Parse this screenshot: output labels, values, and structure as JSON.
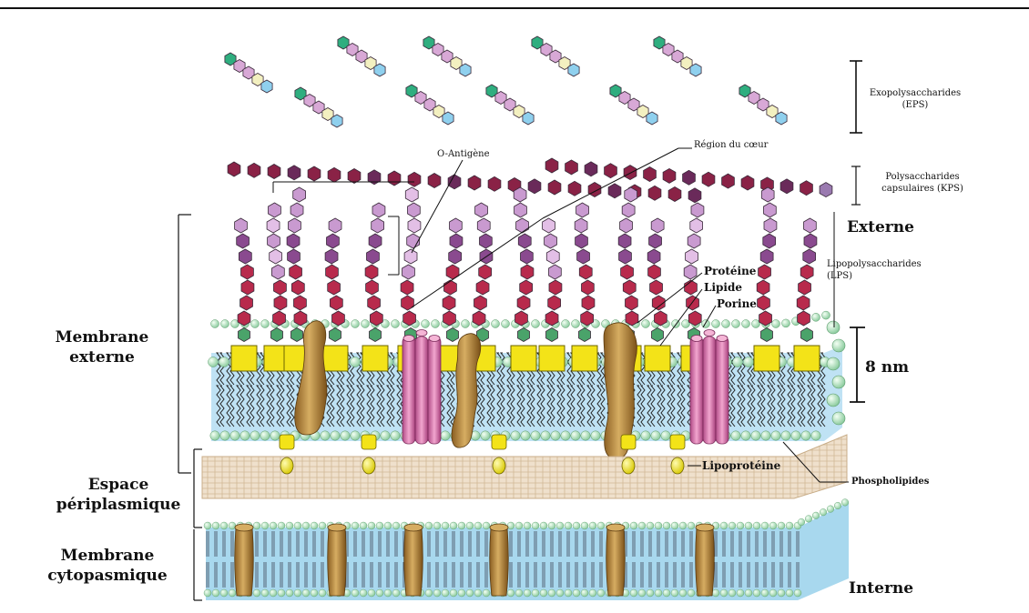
{
  "labels": {
    "exopolysaccharides": [
      "Exopolysaccharides",
      "(EPS)"
    ],
    "polysaccharides_capsulaires": [
      "Polysaccharides",
      "capsulaires (KPS)"
    ],
    "o_antigene": "O-Antigène",
    "region_coeur": "Région du cœur",
    "externe": "Externe",
    "lipopolysaccharides": [
      "Lipopolysaccharides",
      "(LPS)"
    ],
    "proteine": "Protéine",
    "lipide": "Lipide",
    "porine": "Porine",
    "membrane_externe": [
      "Membrane",
      "externe"
    ],
    "thickness": "8 nm",
    "espace_periplasmique": [
      "Espace",
      "périplasmique"
    ],
    "lipoproteine": "Lipoprotéine",
    "phospholipides": "Phospholipides",
    "membrane_cytoplasmique": [
      "Membrane",
      "cytopasmique"
    ],
    "interne": "Interne"
  },
  "colors": {
    "eps_green": "#2fae7f",
    "eps_pink": "#d8a8d6",
    "eps_cream": "#f3f0c0",
    "eps_blue": "#8fd0ee",
    "kps_maroon": "#8a2246",
    "o_antigen_light": "#c99ad0",
    "o_antigen_purple": "#8a4a8f",
    "core_red": "#b82a4c",
    "lipid_a_yellow": "#f3e318",
    "porin_pink": "#e07ab0",
    "protein_bronze": "#b88a3c",
    "membrane_blue": "#bfe2f4",
    "head_green": "#bde8c6",
    "peptidoglycan": "#ecdcc6"
  },
  "icons": [
    "hexagon-sugar-icon",
    "lipid-a-square-icon",
    "porin-trimer-icon",
    "transmembrane-protein-icon",
    "phospholipid-icon"
  ]
}
